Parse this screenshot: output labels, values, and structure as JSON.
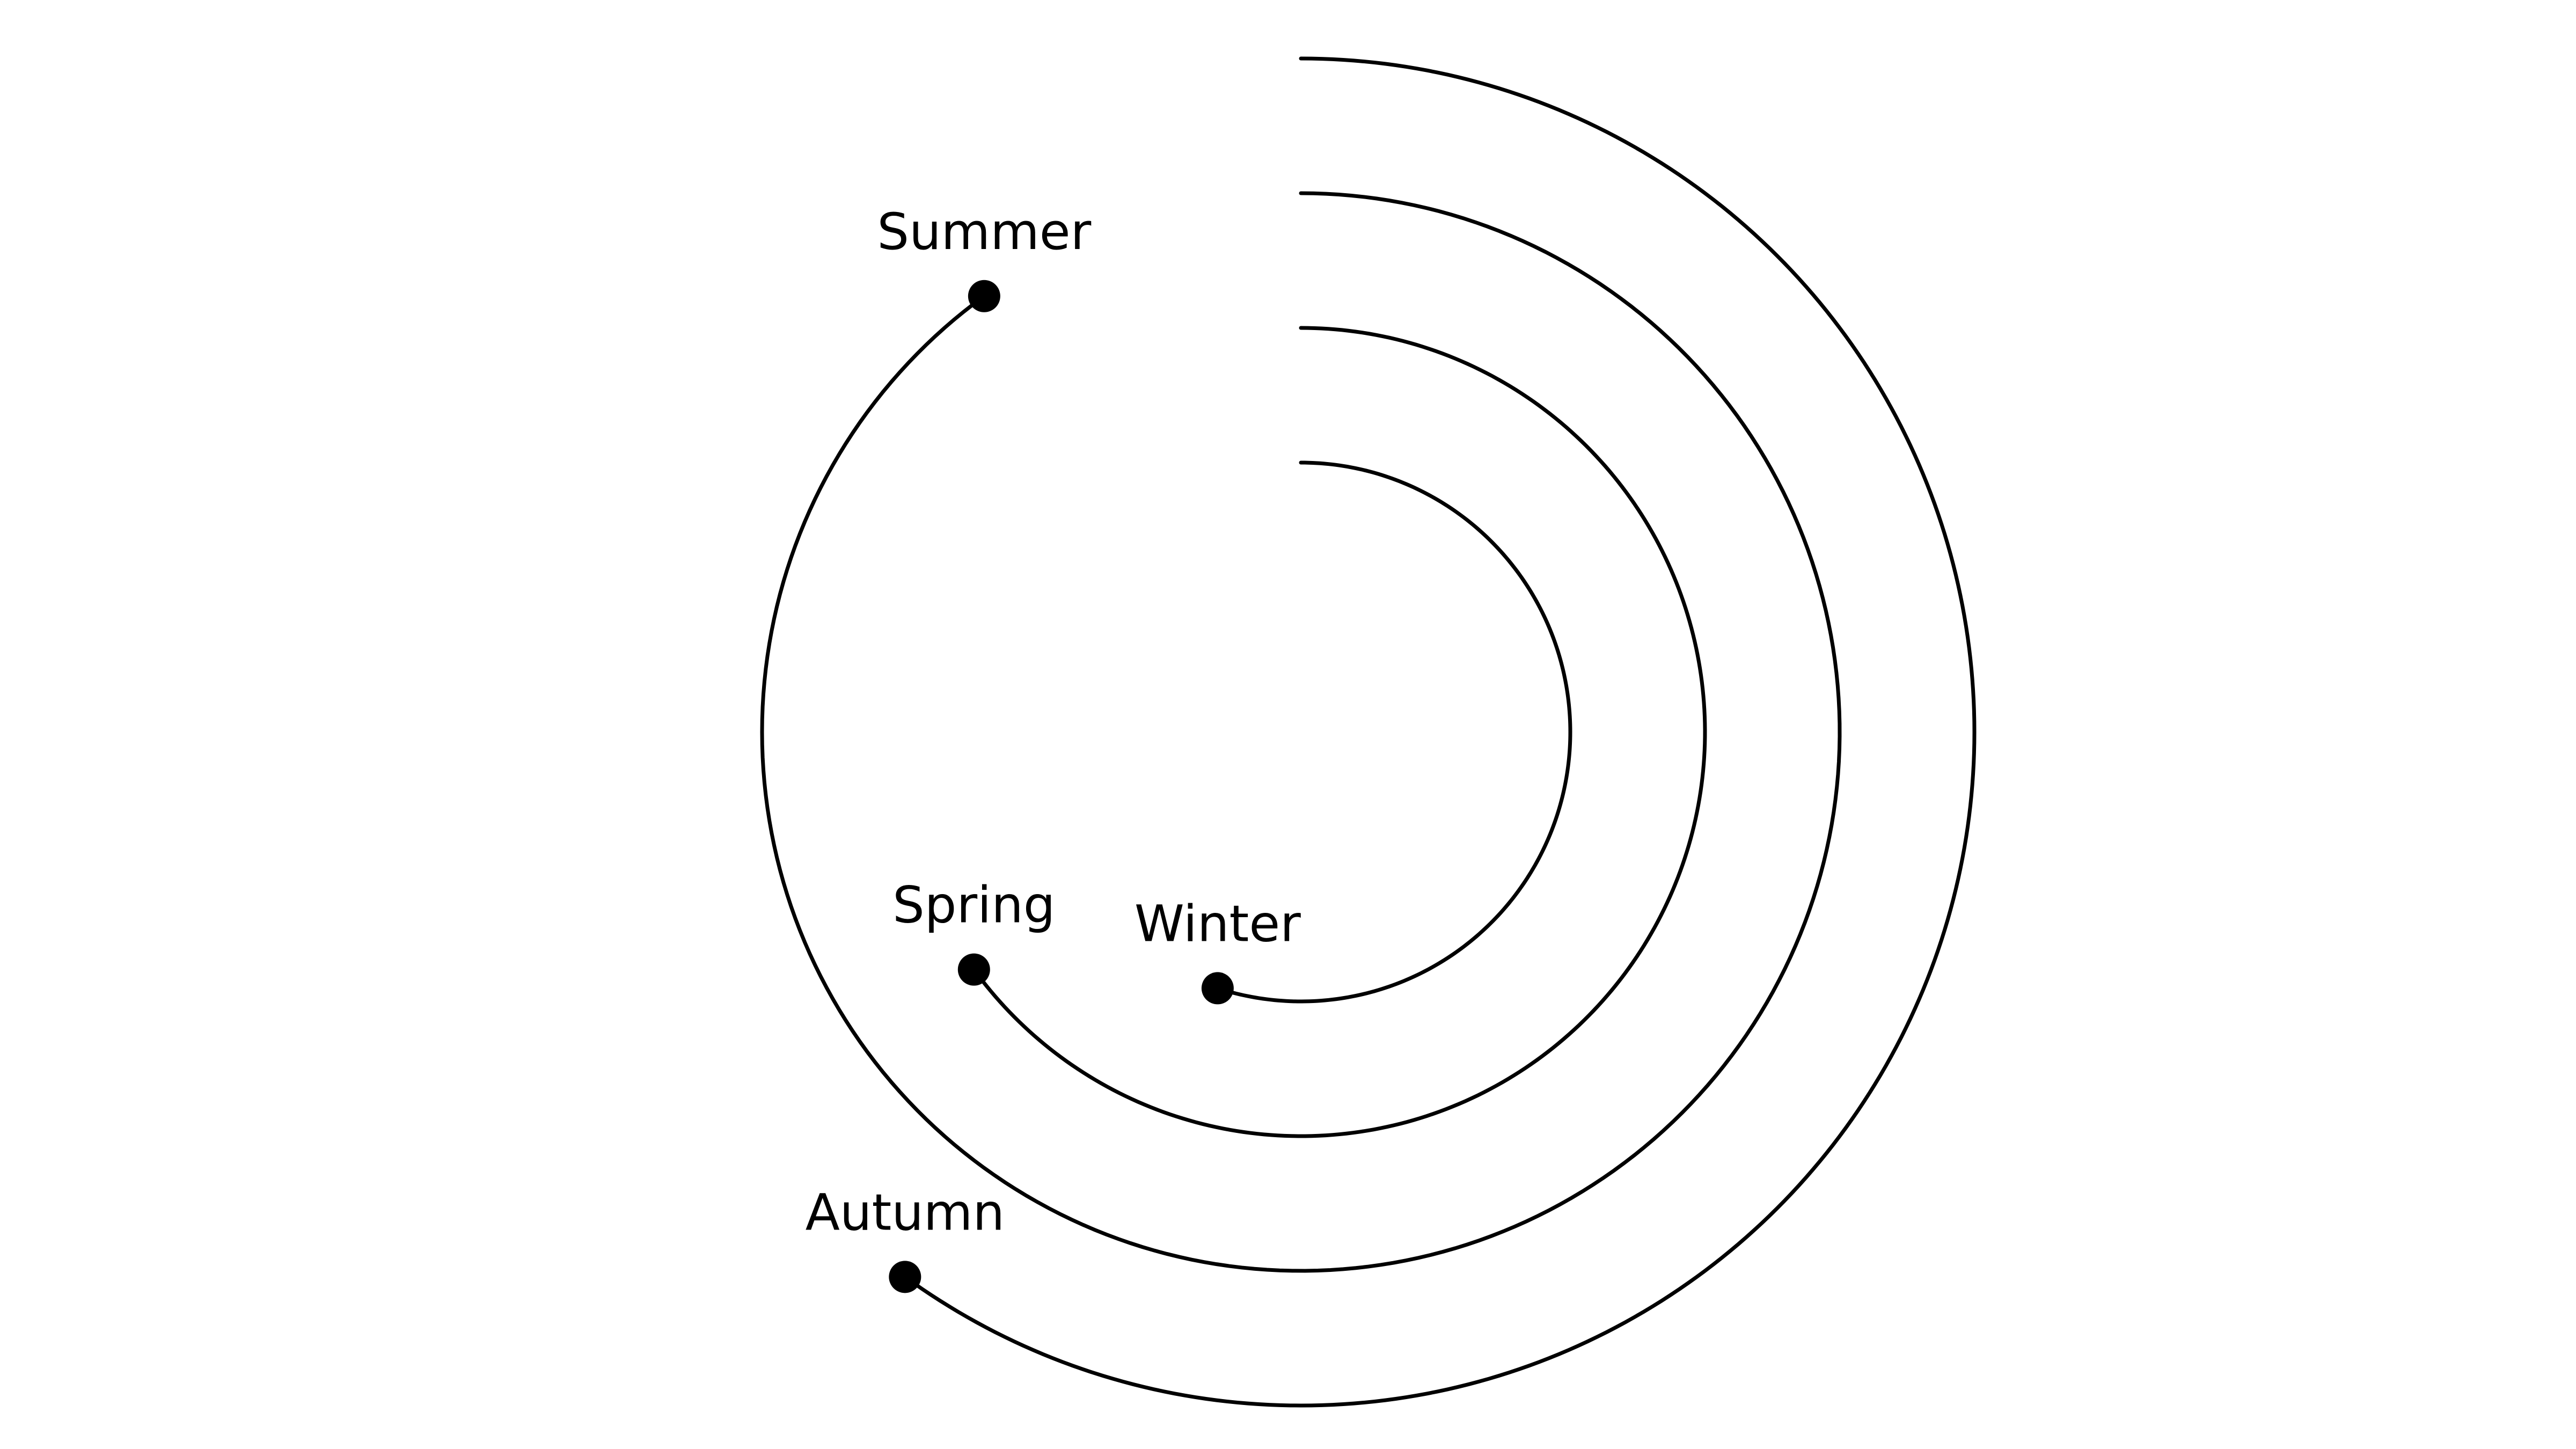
{
  "chart_data": {
    "type": "radial-bar",
    "title": "",
    "categories": [
      "Winter",
      "Spring",
      "Summer",
      "Autumn"
    ],
    "values": [
      0.55,
      0.65,
      0.9,
      0.6
    ],
    "value_unit": "fraction of full turn",
    "start_angle": "top",
    "direction": "clockwise",
    "legend": "labels at arc ends",
    "grid": false
  },
  "colors": {
    "stroke": "#000000",
    "background": "#ffffff"
  }
}
